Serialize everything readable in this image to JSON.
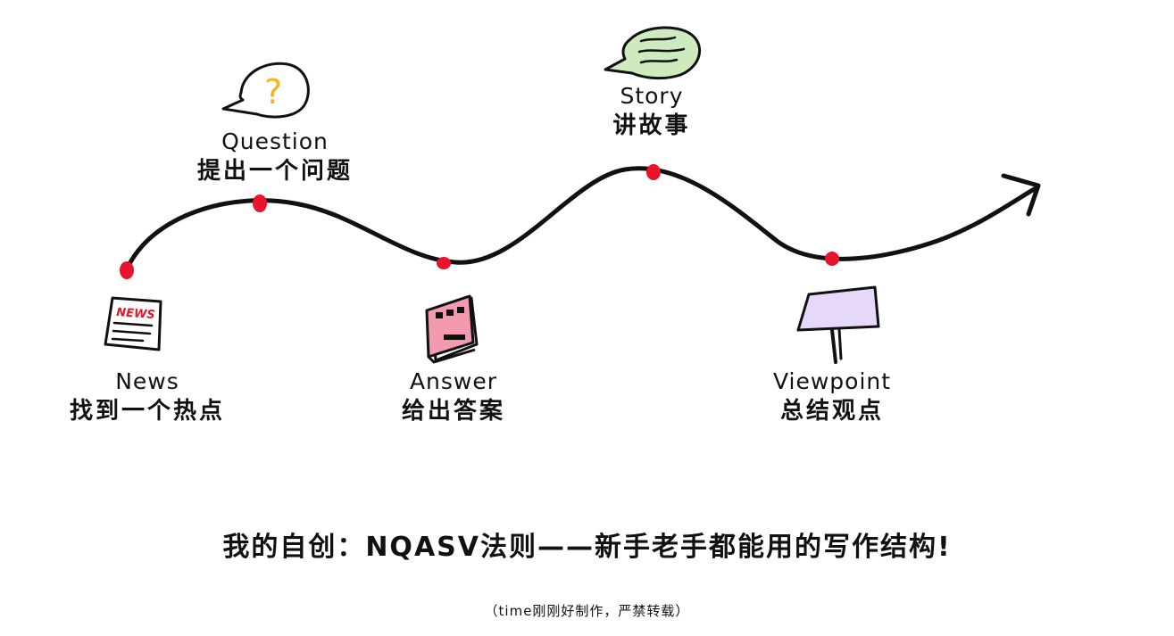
{
  "colors": {
    "curve": "#111111",
    "dot": "#e8142b",
    "question_mark": "#f2b61b",
    "story_bubble": "#cdebbf",
    "answer_book": "#f29aae",
    "viewpoint_sign": "#e6d8f8"
  },
  "steps": [
    {
      "id": "news",
      "en": "News",
      "zh": "找到一个热点",
      "icon": "newspaper-icon",
      "icon_text": "NEWS"
    },
    {
      "id": "question",
      "en": "Question",
      "zh": "提出一个问题",
      "icon": "question-bubble-icon",
      "icon_text": "?"
    },
    {
      "id": "answer",
      "en": "Answer",
      "zh": "给出答案",
      "icon": "book-icon"
    },
    {
      "id": "story",
      "en": "Story",
      "zh": "讲故事",
      "icon": "speech-bubble-icon"
    },
    {
      "id": "viewpoint",
      "en": "Viewpoint",
      "zh": "总结观点",
      "icon": "signpost-icon"
    }
  ],
  "headline": "我的自创：NQASV法则——新手老手都能用的写作结构!",
  "footnote": "（time刚刚好制作，严禁转载）"
}
